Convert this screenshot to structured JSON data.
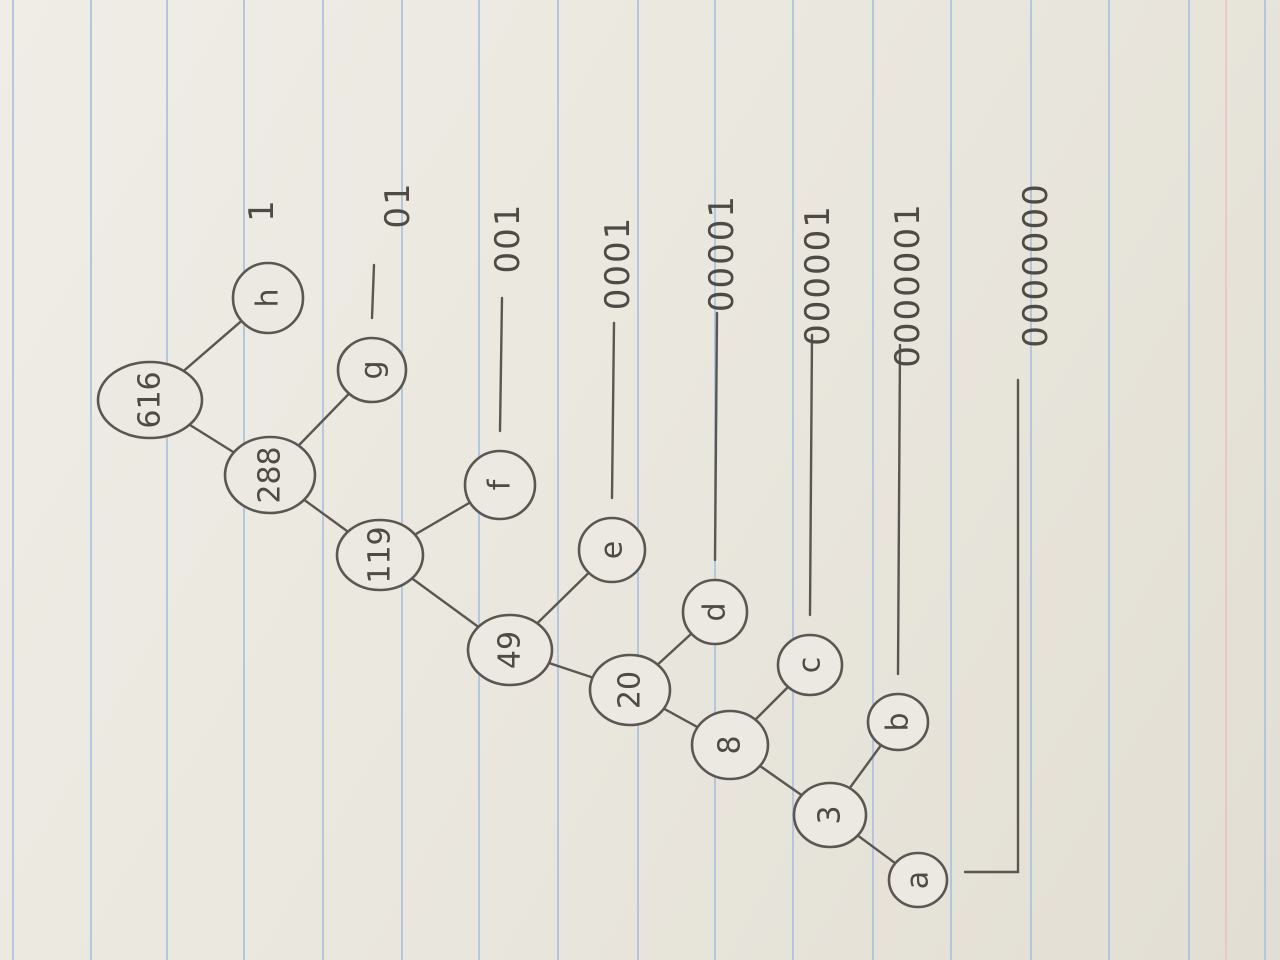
{
  "diagram": {
    "nodes": [
      {
        "id": "root",
        "label": "616"
      },
      {
        "id": "n288",
        "label": "288"
      },
      {
        "id": "n119",
        "label": "119"
      },
      {
        "id": "n49",
        "label": "49"
      },
      {
        "id": "n20",
        "label": "20"
      },
      {
        "id": "n8",
        "label": "8"
      },
      {
        "id": "n3",
        "label": "3"
      },
      {
        "id": "h",
        "label": "h"
      },
      {
        "id": "g",
        "label": "g"
      },
      {
        "id": "f",
        "label": "f"
      },
      {
        "id": "e",
        "label": "e"
      },
      {
        "id": "d",
        "label": "d"
      },
      {
        "id": "c",
        "label": "c"
      },
      {
        "id": "b",
        "label": "b"
      },
      {
        "id": "a",
        "label": "a"
      }
    ],
    "edges": [
      [
        "root",
        "h"
      ],
      [
        "root",
        "n288"
      ],
      [
        "n288",
        "g"
      ],
      [
        "n288",
        "n119"
      ],
      [
        "n119",
        "f"
      ],
      [
        "n119",
        "n49"
      ],
      [
        "n49",
        "e"
      ],
      [
        "n49",
        "n20"
      ],
      [
        "n20",
        "d"
      ],
      [
        "n20",
        "n8"
      ],
      [
        "n8",
        "c"
      ],
      [
        "n8",
        "n3"
      ],
      [
        "n3",
        "b"
      ],
      [
        "n3",
        "a"
      ]
    ],
    "codes": [
      {
        "leaf": "h",
        "code": "1"
      },
      {
        "leaf": "g",
        "code": "01"
      },
      {
        "leaf": "f",
        "code": "001"
      },
      {
        "leaf": "e",
        "code": "0001"
      },
      {
        "leaf": "d",
        "code": "00001"
      },
      {
        "leaf": "c",
        "code": "000001"
      },
      {
        "leaf": "b",
        "code": "0000001"
      },
      {
        "leaf": "a",
        "code": "0000000"
      }
    ]
  }
}
